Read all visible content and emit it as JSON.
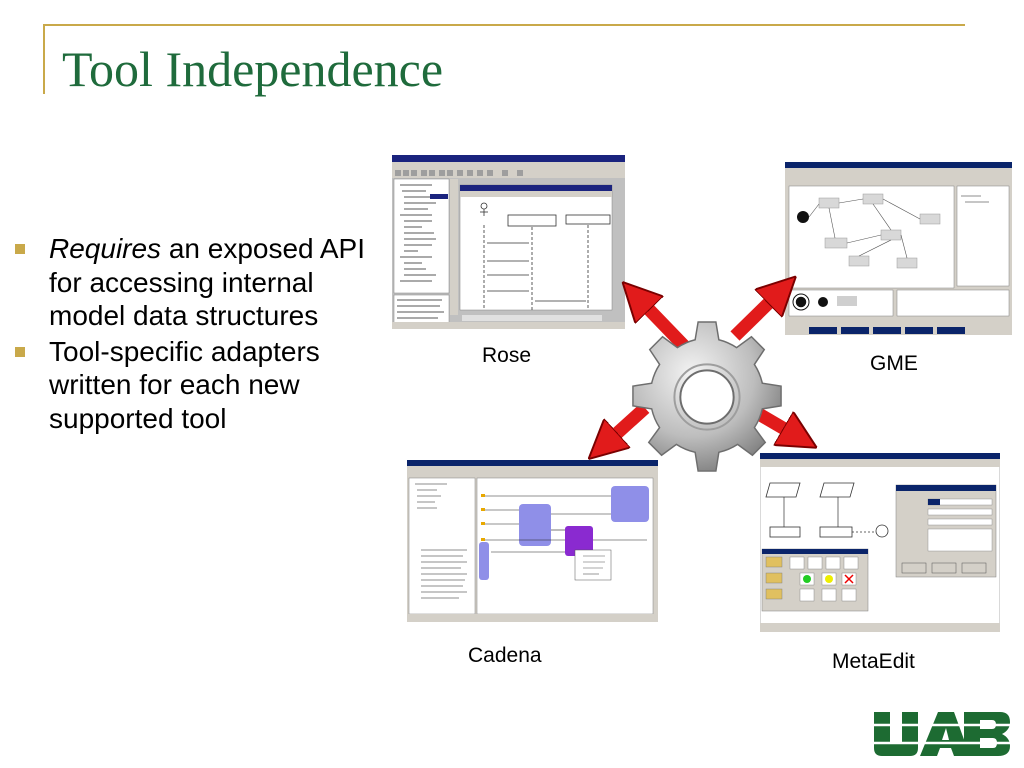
{
  "title": "Tool Independence",
  "bullets": [
    {
      "emphasis": "Requires",
      "rest": " an exposed API for accessing internal model data structures"
    },
    {
      "emphasis": "",
      "rest": "Tool-specific adapters written for each new supported tool"
    }
  ],
  "tools": {
    "rose": "Rose",
    "gme": "GME",
    "cadena": "Cadena",
    "metaedit": "MetaEdit"
  },
  "colors": {
    "title": "#1f6b3c",
    "accent_gold": "#c9a94a",
    "arrow_red": "#e11b1b",
    "gear_gray": "#b8b8b8",
    "logo_green": "#1d6b32"
  },
  "icons": [
    "gear-icon",
    "arrow-icon"
  ],
  "logo_text": "UAB"
}
